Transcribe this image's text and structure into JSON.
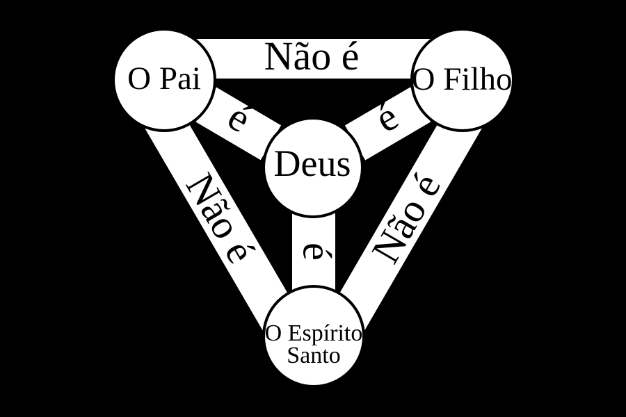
{
  "diagram_type": "shield-of-the-trinity",
  "nodes": {
    "father": {
      "label": "O Pai"
    },
    "son": {
      "label": "O Filho"
    },
    "god": {
      "label": "Deus"
    },
    "spirit": {
      "label_line1": "O Espírito",
      "label_line2": "Santo"
    }
  },
  "edges": {
    "is_label": "é",
    "is_not_label": "Não é"
  },
  "colors": {
    "background": "#000000",
    "shape_fill": "#ffffff",
    "outline": "#000000",
    "text": "#000000"
  }
}
